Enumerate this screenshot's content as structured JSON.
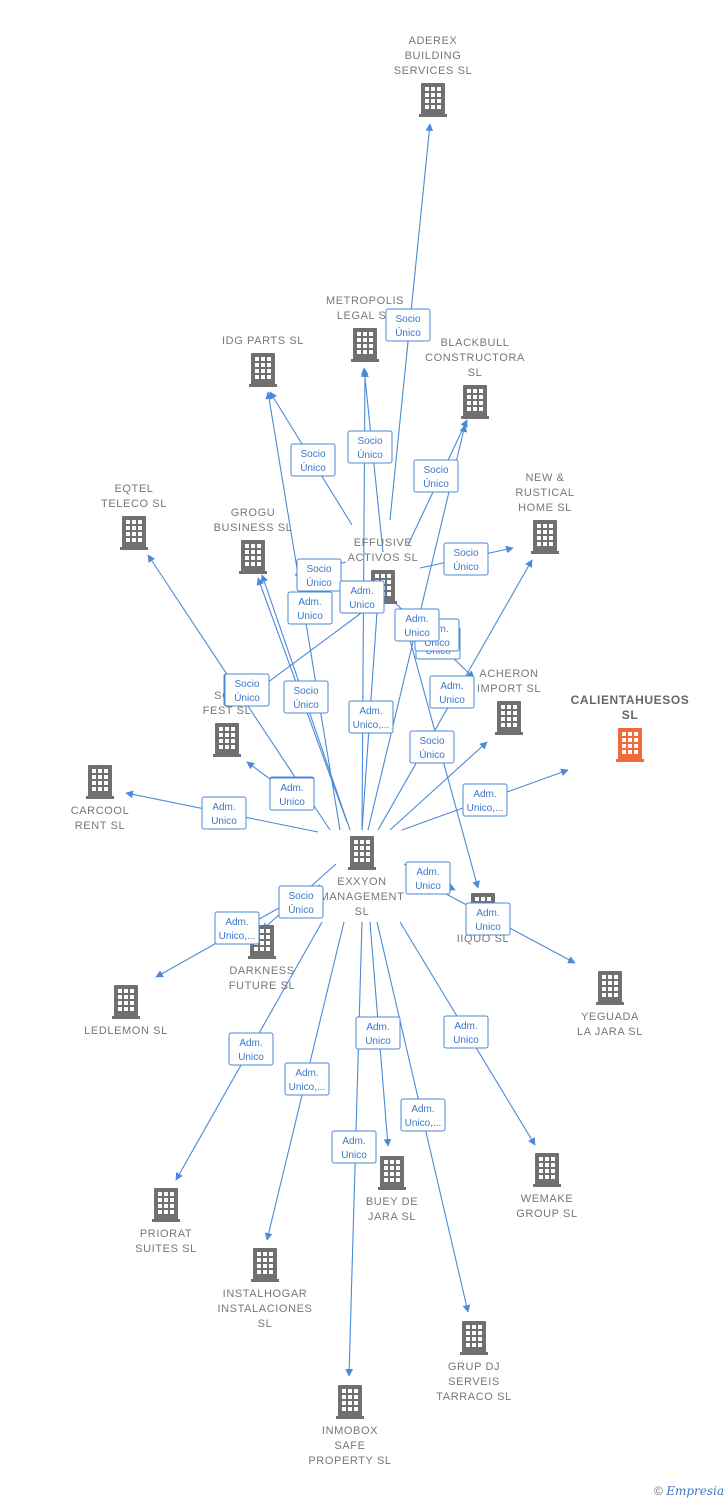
{
  "colors": {
    "edge": "#4a8ad8",
    "building": "#707070",
    "highlight": "#f26a3c"
  },
  "nodes": [
    {
      "id": "aderex",
      "lines": [
        "ADEREX",
        "BUILDING",
        "SERVICES SL"
      ],
      "icon": "building-icon"
    },
    {
      "id": "metropolis",
      "lines": [
        "METROPOLIS",
        "LEGAL SL"
      ],
      "icon": "building-icon"
    },
    {
      "id": "idg",
      "lines": [
        "IDG PARTS SL"
      ],
      "icon": "building-icon"
    },
    {
      "id": "blackbull",
      "lines": [
        "BLACKBULL",
        "CONSTRUCTORA",
        "SL"
      ],
      "icon": "building-icon"
    },
    {
      "id": "newrustical",
      "lines": [
        "NEW &",
        "RUSTICAL",
        "HOME SL"
      ],
      "icon": "building-icon"
    },
    {
      "id": "eqtel",
      "lines": [
        "EQTEL",
        "TELECO SL"
      ],
      "icon": "building-icon"
    },
    {
      "id": "grogu",
      "lines": [
        "GROGU",
        "BUSINESS SL"
      ],
      "icon": "building-icon"
    },
    {
      "id": "effusive",
      "lines": [
        "EFFUSIVE",
        "ACTIVOS SL"
      ],
      "icon": "building-icon"
    },
    {
      "id": "acheron",
      "lines": [
        "ACHERON",
        "IMPORT SL"
      ],
      "icon": "building-icon"
    },
    {
      "id": "calientahuesos",
      "lines": [
        "CALIENTAHUESOS",
        "SL"
      ],
      "icon": "building-icon",
      "highlight": true
    },
    {
      "id": "sonfest",
      "lines": [
        "SON",
        "FEST SL"
      ],
      "icon": "building-icon"
    },
    {
      "id": "carcool",
      "lines": [
        "CARCOOL",
        "RENT SL"
      ],
      "icon": "building-icon"
    },
    {
      "id": "exxyon",
      "lines": [
        "EXXYON",
        "MANAGEMENT",
        "SL"
      ],
      "icon": "building-icon"
    },
    {
      "id": "iiquo",
      "lines": [
        "IIQUO SL"
      ],
      "icon": "building-icon"
    },
    {
      "id": "darkness",
      "lines": [
        "DARKNESS",
        "FUTURE SL"
      ],
      "icon": "building-icon"
    },
    {
      "id": "ledlemon",
      "lines": [
        "LEDLEMON SL"
      ],
      "icon": "building-icon"
    },
    {
      "id": "yeguada",
      "lines": [
        "YEGUADA",
        "LA JARA SL"
      ],
      "icon": "building-icon"
    },
    {
      "id": "priorat",
      "lines": [
        "PRIORAT",
        "SUITES SL"
      ],
      "icon": "building-icon"
    },
    {
      "id": "buey",
      "lines": [
        "BUEY DE",
        "JARA SL"
      ],
      "icon": "building-icon"
    },
    {
      "id": "wemake",
      "lines": [
        "WEMAKE",
        "GROUP SL"
      ],
      "icon": "building-icon"
    },
    {
      "id": "instalhogar",
      "lines": [
        "INSTALHOGAR",
        "INSTALACIONES",
        "SL"
      ],
      "icon": "building-icon"
    },
    {
      "id": "grupdj",
      "lines": [
        "GRUP DJ",
        "SERVEIS",
        "TARRACO SL"
      ],
      "icon": "building-icon"
    },
    {
      "id": "inmobox",
      "lines": [
        "INMOBOX",
        "SAFE",
        "PROPERTY SL"
      ],
      "icon": "building-icon"
    }
  ],
  "edges": [
    {
      "from": "effusive",
      "to": "aderex",
      "label": [
        "Socio",
        "Único"
      ]
    },
    {
      "from": "effusive",
      "to": "metropolis",
      "label": [
        "Socio",
        "Único"
      ]
    },
    {
      "from": "effusive",
      "to": "idg",
      "label": [
        "Socio",
        "Único"
      ]
    },
    {
      "from": "effusive",
      "to": "blackbull",
      "label": [
        "Socio",
        "Único"
      ]
    },
    {
      "from": "effusive",
      "to": "newrustical",
      "label": [
        "Socio",
        "Único"
      ]
    },
    {
      "from": "effusive",
      "to": "grogu",
      "label": [
        "Socio",
        "Único"
      ]
    },
    {
      "from": "effusive",
      "to": "acheron",
      "label": [
        "Socio",
        "Único"
      ]
    },
    {
      "from": "effusive",
      "to": "sonfest",
      "label": [
        "Socio",
        "Único"
      ]
    },
    {
      "from": "exxyon",
      "to": "effusive",
      "label": [
        "Adm.",
        "Unico"
      ]
    },
    {
      "from": "exxyon",
      "to": "grogu",
      "label": [
        "Adm.",
        "Unico"
      ]
    },
    {
      "from": "exxyon",
      "to": "idg",
      "label": [
        "Socio",
        "Único"
      ]
    },
    {
      "from": "exxyon",
      "to": "eqtel",
      "label": [
        "Socio",
        "Único"
      ]
    },
    {
      "from": "exxyon",
      "to": "metropolis",
      "label": [
        "Adm.",
        "Unico,..."
      ]
    },
    {
      "from": "exxyon",
      "to": "blackbull",
      "label": [
        "Adm.",
        "Unico"
      ]
    },
    {
      "from": "exxyon",
      "to": "newrustical",
      "label": [
        "Adm.",
        "Unico"
      ]
    },
    {
      "from": "exxyon",
      "to": "acheron",
      "label": [
        "Socio",
        "Único"
      ]
    },
    {
      "from": "exxyon",
      "to": "calientahuesos",
      "label": [
        "Adm.",
        "Unico,..."
      ]
    },
    {
      "from": "exxyon",
      "to": "sonfest",
      "label": [
        "Adm.",
        "Unico"
      ]
    },
    {
      "from": "exxyon",
      "to": "carcool",
      "label": [
        "Adm.",
        "Unico"
      ]
    },
    {
      "from": "exxyon",
      "to": "darkness",
      "label": [
        "Socio",
        "Único"
      ]
    },
    {
      "from": "exxyon",
      "to": "iiquo",
      "label": [
        "Adm.",
        "Unico"
      ]
    },
    {
      "from": "exxyon",
      "to": "ledlemon",
      "label": [
        "Adm.",
        "Unico,..."
      ]
    },
    {
      "from": "exxyon",
      "to": "yeguada",
      "label": [
        "Adm.",
        "Unico"
      ]
    },
    {
      "from": "exxyon",
      "to": "priorat",
      "label": [
        "Adm.",
        "Unico"
      ]
    },
    {
      "from": "exxyon",
      "to": "instalhogar",
      "label": [
        "Adm.",
        "Unico,..."
      ]
    },
    {
      "from": "exxyon",
      "to": "buey",
      "label": [
        "Adm.",
        "Unico"
      ]
    },
    {
      "from": "exxyon",
      "to": "wemake",
      "label": [
        "Adm.",
        "Unico"
      ]
    },
    {
      "from": "exxyon",
      "to": "grupdj",
      "label": [
        "Adm.",
        "Unico,..."
      ]
    },
    {
      "from": "exxyon",
      "to": "inmobox",
      "label": [
        "Adm.",
        "Unico"
      ]
    },
    {
      "from": "effusive",
      "to": "iiquo",
      "label": [
        "Adm.",
        "Unico"
      ]
    },
    {
      "from": "exxyon",
      "to": "grogu",
      "label": [
        "Adm.",
        "Unico"
      ]
    }
  ],
  "footer": {
    "copyright": "©",
    "brand": "Empresia"
  }
}
